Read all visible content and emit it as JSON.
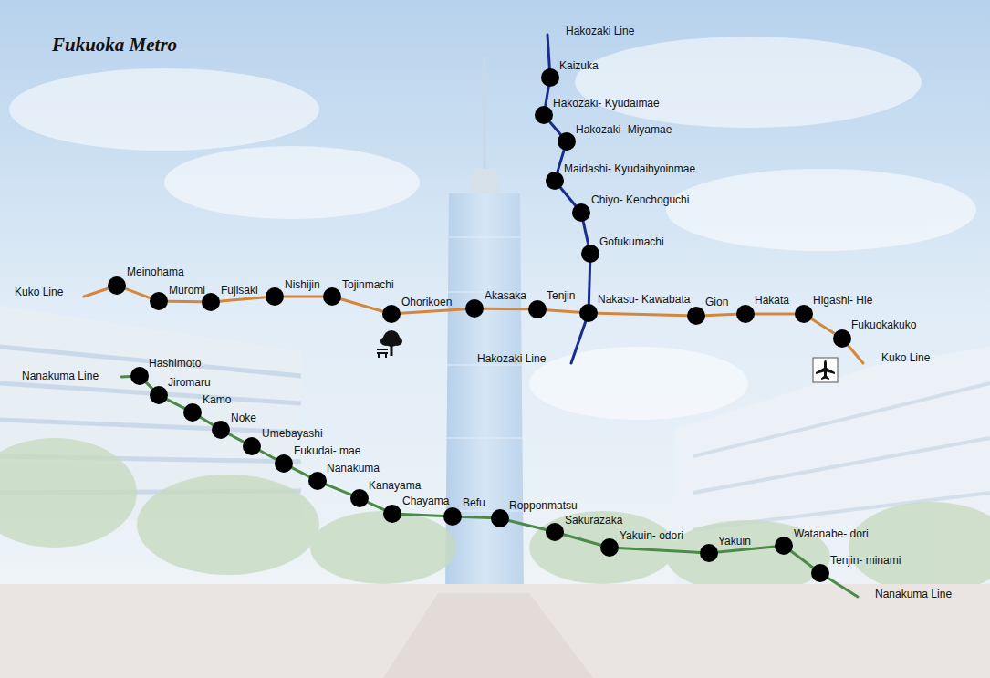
{
  "diagram": {
    "title": "Fukuoka Metro",
    "nodes": [
      {
        "text": [
          "Meinohama"
        ]
      },
      {
        "text": [
          "Muromi"
        ]
      },
      {
        "text": [
          "Fujisaki"
        ]
      },
      {
        "text": [
          "Nishijin"
        ]
      },
      {
        "text": [
          "Tojinmachi"
        ]
      },
      {
        "text": [
          "Ohorikoen"
        ]
      },
      {
        "text": [
          "Akasaka"
        ]
      },
      {
        "text": [
          "Tenjin"
        ]
      },
      {
        "text": [
          "Nakasu- Kawabata"
        ]
      },
      {
        "text": [
          "Gion"
        ]
      },
      {
        "text": [
          "Hakata"
        ]
      },
      {
        "text": [
          "Higashi- Hie"
        ]
      },
      {
        "text": [
          "Fukuokakuko"
        ]
      },
      {
        "text": [
          "Kaizuka"
        ]
      },
      {
        "text": [
          "Hakozaki- Kyudaimae"
        ]
      },
      {
        "text": [
          "Hakozaki- Miyamae"
        ]
      },
      {
        "text": [
          "Maidashi- Kyudaibyoinmae"
        ]
      },
      {
        "text": [
          "Chiyo- Kenchoguchi"
        ]
      },
      {
        "text": [
          "Gofukumachi"
        ]
      },
      {
        "text": [
          "Hashimoto"
        ]
      },
      {
        "text": [
          "Jiromaru"
        ]
      },
      {
        "text": [
          "Kamo"
        ]
      },
      {
        "text": [
          "Noke"
        ]
      },
      {
        "text": [
          "Umebayashi"
        ]
      },
      {
        "text": [
          "Fukudai- mae"
        ]
      },
      {
        "text": [
          "Nanakuma"
        ]
      },
      {
        "text": [
          "Kanayama"
        ]
      },
      {
        "text": [
          "Chayama"
        ]
      },
      {
        "text": [
          "Befu"
        ]
      },
      {
        "text": [
          "Ropponmatsu"
        ]
      },
      {
        "text": [
          "Sakurazaka"
        ]
      },
      {
        "text": [
          "Yakuin- odori"
        ]
      },
      {
        "text": [
          "Yakuin"
        ]
      },
      {
        "text": [
          "Watanabe- dori"
        ]
      },
      {
        "text": [
          "Tenjin- minami"
        ]
      }
    ],
    "edges": [
      {
        "from": 0,
        "to": 1,
        "arrow": "none"
      },
      {
        "from": 1,
        "to": 2,
        "arrow": "none"
      },
      {
        "from": 2,
        "to": 3,
        "arrow": "none"
      },
      {
        "from": 3,
        "to": 4,
        "arrow": "none"
      },
      {
        "from": 4,
        "to": 5,
        "arrow": "none"
      },
      {
        "from": 5,
        "to": 6,
        "arrow": "none"
      },
      {
        "from": 6,
        "to": 7,
        "arrow": "none"
      },
      {
        "from": 7,
        "to": 8,
        "arrow": "none"
      },
      {
        "from": 8,
        "to": 9,
        "arrow": "none"
      },
      {
        "from": 9,
        "to": 10,
        "arrow": "none"
      },
      {
        "from": 10,
        "to": 11,
        "arrow": "none"
      },
      {
        "from": 11,
        "to": 12,
        "arrow": "none"
      },
      {
        "from": 13,
        "to": 14,
        "arrow": "none"
      },
      {
        "from": 14,
        "to": 15,
        "arrow": "none"
      },
      {
        "from": 15,
        "to": 16,
        "arrow": "none"
      },
      {
        "from": 16,
        "to": 17,
        "arrow": "none"
      },
      {
        "from": 17,
        "to": 18,
        "arrow": "none"
      },
      {
        "from": 18,
        "to": 8,
        "arrow": "none"
      },
      {
        "from": 19,
        "to": 20,
        "arrow": "none"
      },
      {
        "from": 20,
        "to": 21,
        "arrow": "none"
      },
      {
        "from": 21,
        "to": 22,
        "arrow": "none"
      },
      {
        "from": 22,
        "to": 23,
        "arrow": "none"
      },
      {
        "from": 23,
        "to": 24,
        "arrow": "none"
      },
      {
        "from": 24,
        "to": 25,
        "arrow": "none"
      },
      {
        "from": 25,
        "to": 26,
        "arrow": "none"
      },
      {
        "from": 26,
        "to": 27,
        "arrow": "none"
      },
      {
        "from": 27,
        "to": 28,
        "arrow": "none"
      },
      {
        "from": 28,
        "to": 29,
        "arrow": "none"
      },
      {
        "from": 29,
        "to": 30,
        "arrow": "none"
      },
      {
        "from": 30,
        "to": 31,
        "arrow": "none"
      },
      {
        "from": 31,
        "to": 32,
        "arrow": "none"
      },
      {
        "from": 32,
        "to": 33,
        "arrow": "none"
      },
      {
        "from": 33,
        "to": 34,
        "arrow": "none"
      }
    ],
    "labels": [
      "Hakozaki Line",
      "Kuko Line",
      "Hakozaki Line",
      "Kuko Line",
      "Nanakuma Line",
      "Nanakuma Line"
    ]
  }
}
